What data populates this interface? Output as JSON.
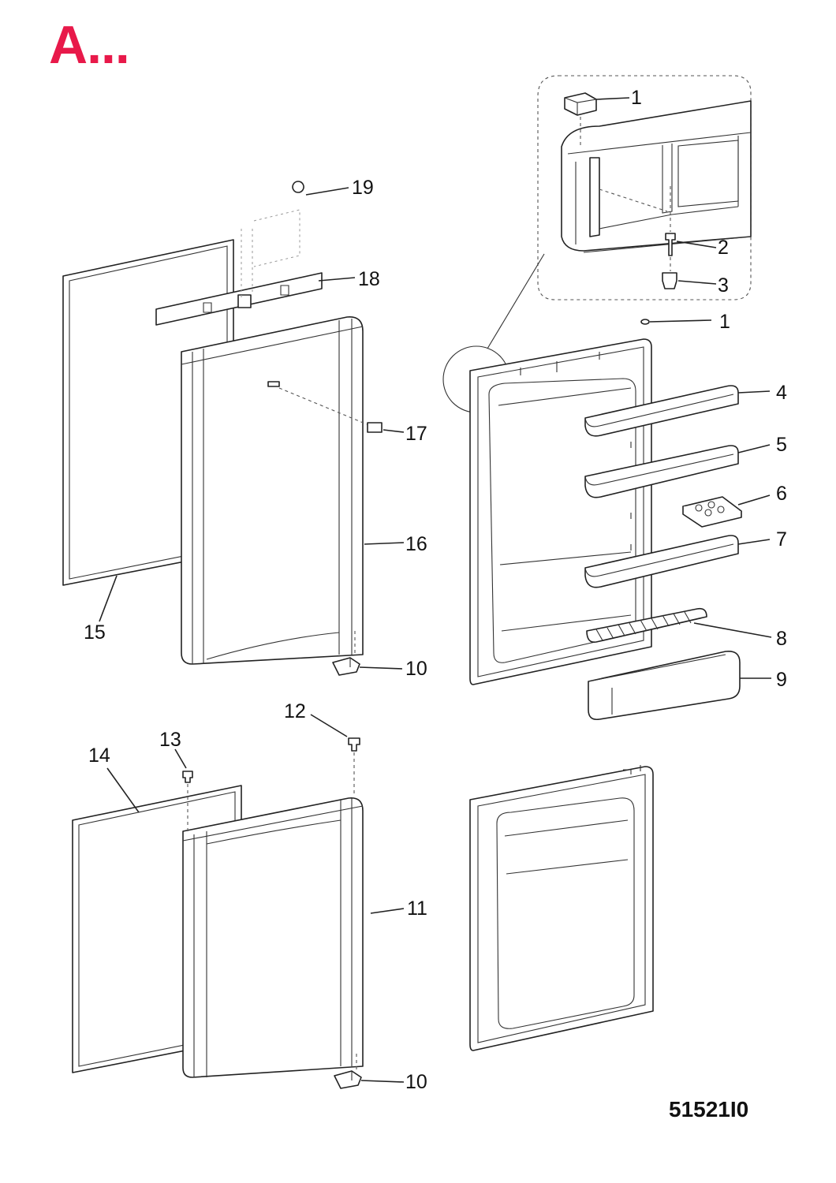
{
  "section_title": "A...",
  "drawing_code": "51521I0",
  "colors": {
    "title": "#e8194a",
    "lines": "#222222",
    "background": "#ffffff"
  },
  "callouts": [
    "1",
    "19",
    "18",
    "2",
    "3",
    "1",
    "4",
    "17",
    "5",
    "6",
    "16",
    "7",
    "15",
    "8",
    "10",
    "9",
    "12",
    "13",
    "14",
    "11",
    "10"
  ]
}
